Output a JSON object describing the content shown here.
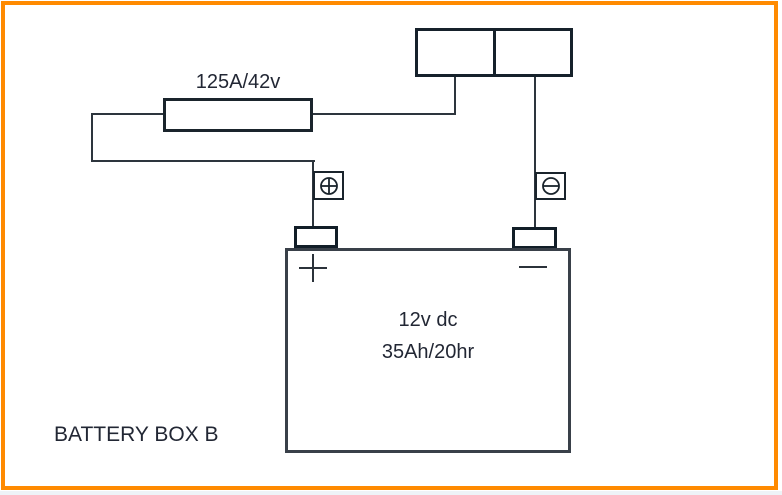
{
  "diagram": {
    "title": "BATTERY BOX B",
    "fuse": {
      "label": "125A/42v"
    },
    "battery": {
      "voltage": "12v dc",
      "capacity": "35Ah/20hr",
      "positive_symbol": "+",
      "negative_symbol": "−"
    },
    "icons": {
      "positive_terminal": "circle-plus-screw-icon",
      "negative_terminal": "circle-minus-screw-icon"
    },
    "colors": {
      "frame_orange": "#FF8A00",
      "component_ink": "#16212b",
      "wire": "#2d353d",
      "battery_border": "#394049",
      "text": "#222734"
    }
  }
}
